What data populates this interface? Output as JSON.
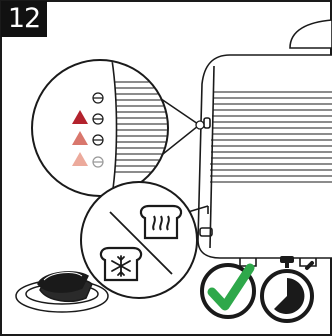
{
  "step": {
    "number": "12"
  },
  "colors": {
    "outline": "#1a1a1a",
    "background": "#ffffff",
    "level_high": "#b3222d",
    "level_mid": "#d9776d",
    "level_low": "#ecaa9c",
    "check": "#2ea84a"
  },
  "browning_levels": [
    {
      "name": "high",
      "color_key": "level_high"
    },
    {
      "name": "mid",
      "color_key": "level_mid"
    },
    {
      "name": "low",
      "color_key": "level_low"
    }
  ],
  "icons": {
    "toast": "toast-steam-icon",
    "frozen": "frozen-bread-icon",
    "check": "check-icon",
    "timer": "stopwatch-icon"
  }
}
